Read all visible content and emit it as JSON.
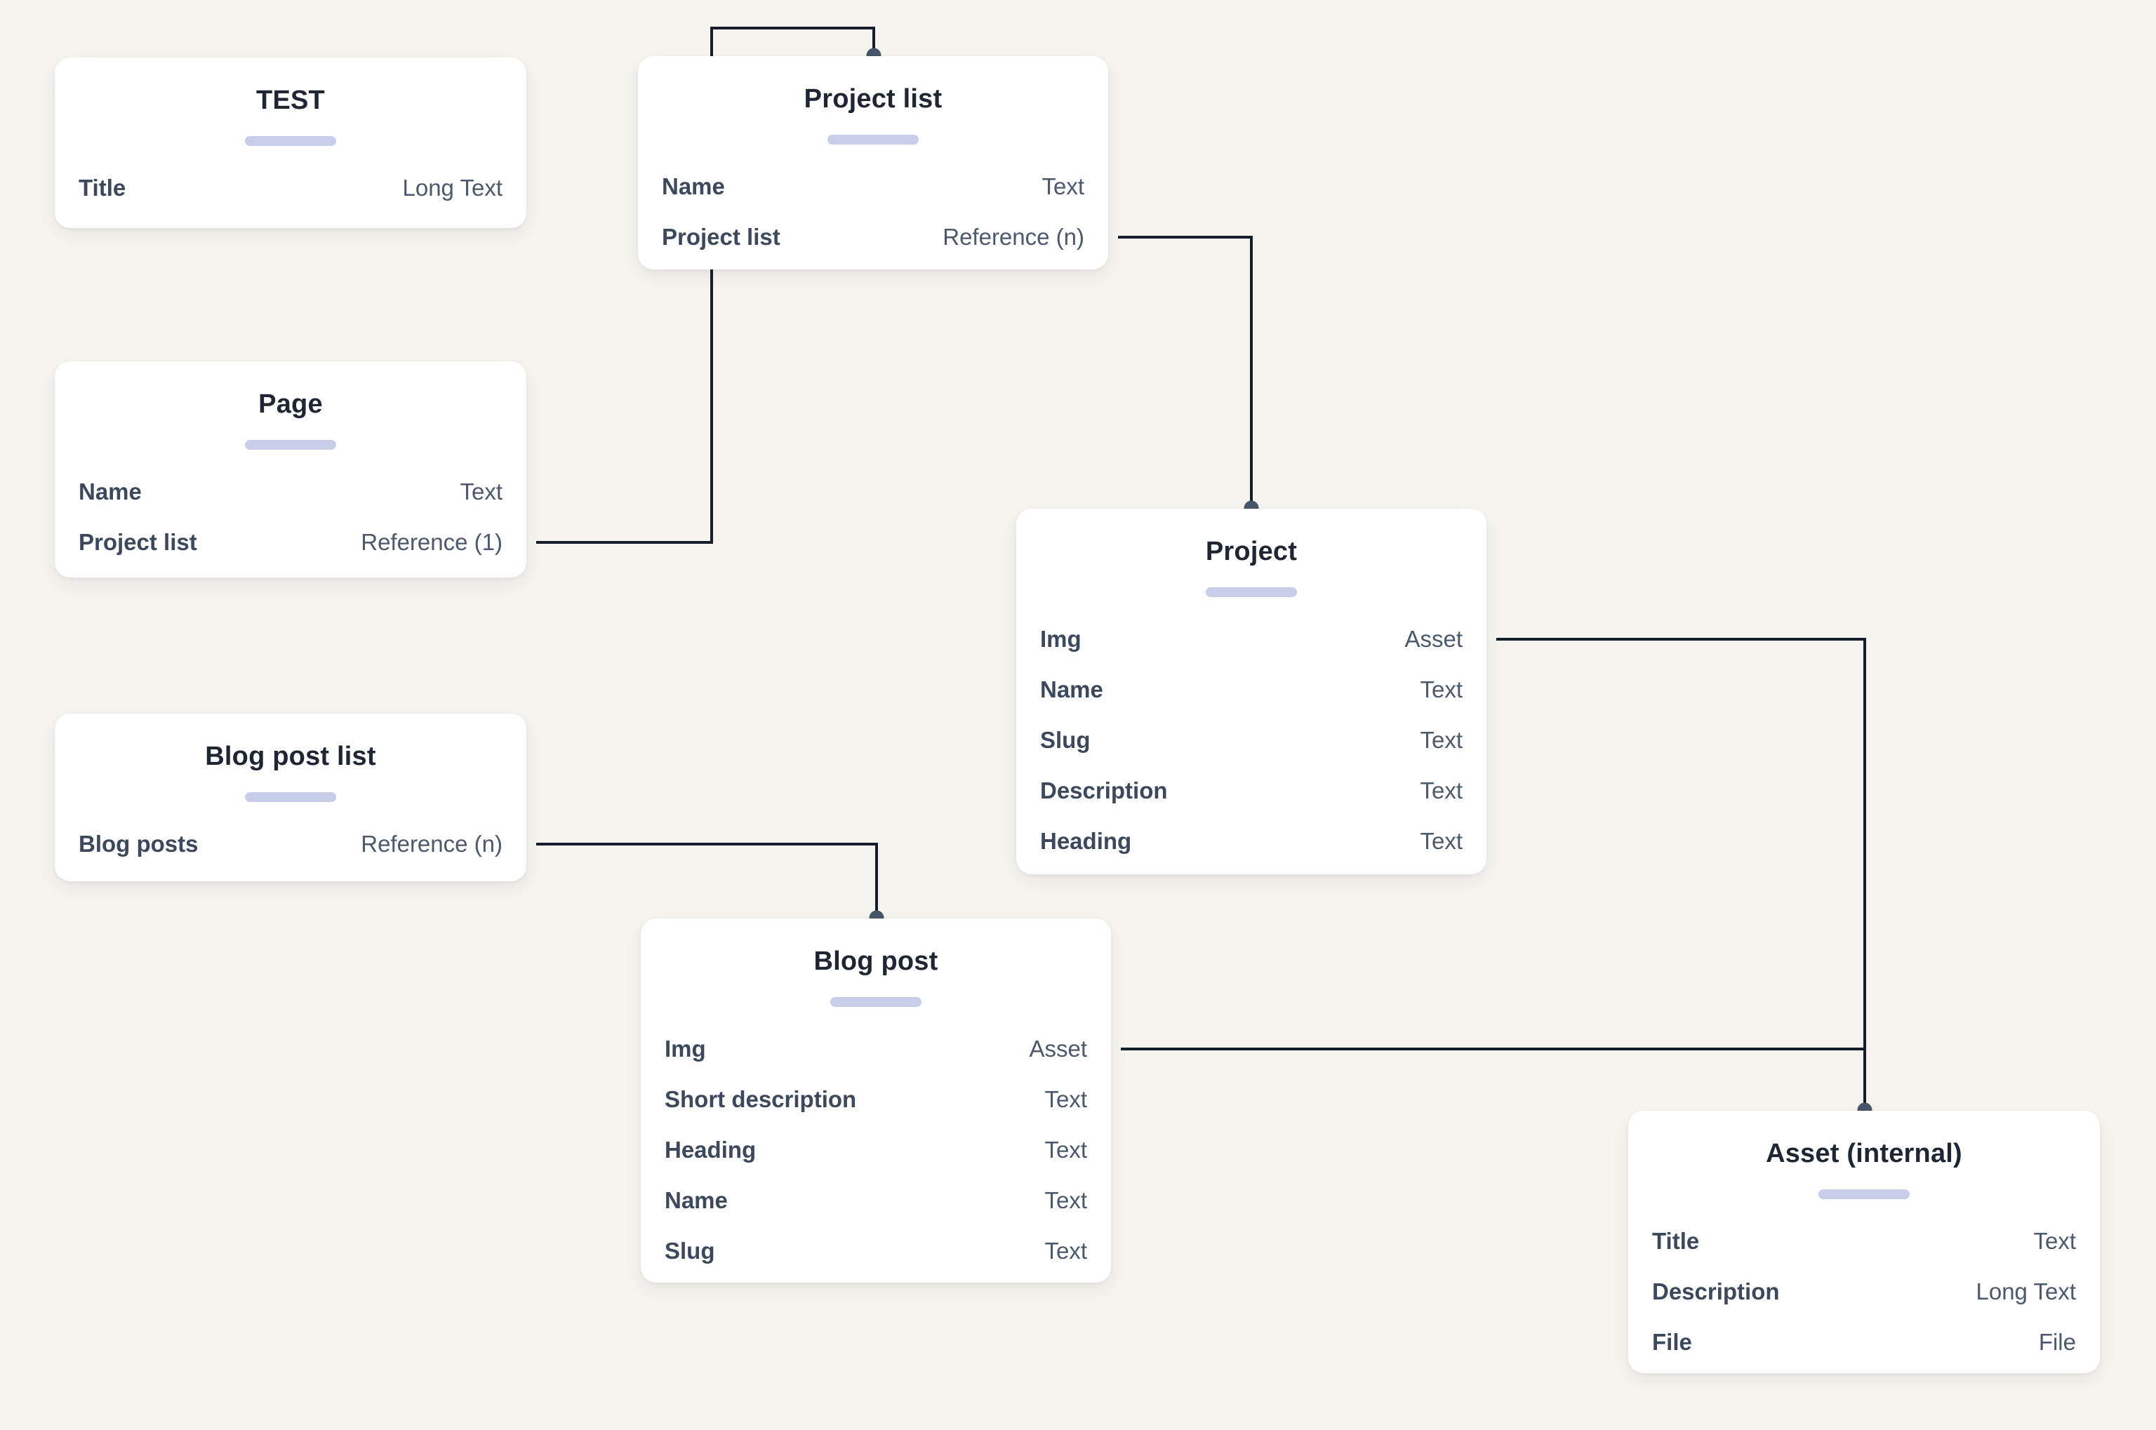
{
  "canvas": {
    "background_color": "#f6f4ef",
    "card_background_color": "#ffffff",
    "connector_color": "#161d2b",
    "connector_dot_color": "#475569",
    "pill_color": "#c8cee9",
    "title_color": "#1e2634",
    "field_name_color": "#3c485c",
    "field_type_color": "#4c586b"
  },
  "cards": [
    {
      "title": "TEST",
      "fields": [
        {
          "name": "Title",
          "type": "Long Text"
        }
      ]
    },
    {
      "title": "Project list",
      "fields": [
        {
          "name": "Name",
          "type": "Text"
        },
        {
          "name": "Project list",
          "type": "Reference (n)"
        }
      ]
    },
    {
      "title": "Page",
      "fields": [
        {
          "name": "Name",
          "type": "Text"
        },
        {
          "name": "Project list",
          "type": "Reference (1)"
        }
      ]
    },
    {
      "title": "Blog post list",
      "fields": [
        {
          "name": "Blog posts",
          "type": "Reference (n)"
        }
      ]
    },
    {
      "title": "Project",
      "fields": [
        {
          "name": "Img",
          "type": "Asset"
        },
        {
          "name": "Name",
          "type": "Text"
        },
        {
          "name": "Slug",
          "type": "Text"
        },
        {
          "name": "Description",
          "type": "Text"
        },
        {
          "name": "Heading",
          "type": "Text"
        }
      ]
    },
    {
      "title": "Blog post",
      "fields": [
        {
          "name": "Img",
          "type": "Asset"
        },
        {
          "name": "Short description",
          "type": "Text"
        },
        {
          "name": "Heading",
          "type": "Text"
        },
        {
          "name": "Name",
          "type": "Text"
        },
        {
          "name": "Slug",
          "type": "Text"
        }
      ]
    },
    {
      "title": "Asset (internal)",
      "fields": [
        {
          "name": "Title",
          "type": "Text"
        },
        {
          "name": "Description",
          "type": "Long Text"
        },
        {
          "name": "File",
          "type": "File"
        }
      ]
    }
  ],
  "connections": [
    {
      "from_card": "Page",
      "from_field": "Project list",
      "to_card": "Project list",
      "cardinality": "Reference (1)"
    },
    {
      "from_card": "Project list",
      "from_field": "Project list",
      "to_card": "Project",
      "cardinality": "Reference (n)"
    },
    {
      "from_card": "Blog post list",
      "from_field": "Blog posts",
      "to_card": "Blog post",
      "cardinality": "Reference (n)"
    },
    {
      "from_card": "Project",
      "from_field": "Img",
      "to_card": "Asset (internal)",
      "cardinality": "Asset"
    },
    {
      "from_card": "Blog post",
      "from_field": "Img",
      "to_card": "Asset (internal)",
      "cardinality": "Asset"
    }
  ]
}
